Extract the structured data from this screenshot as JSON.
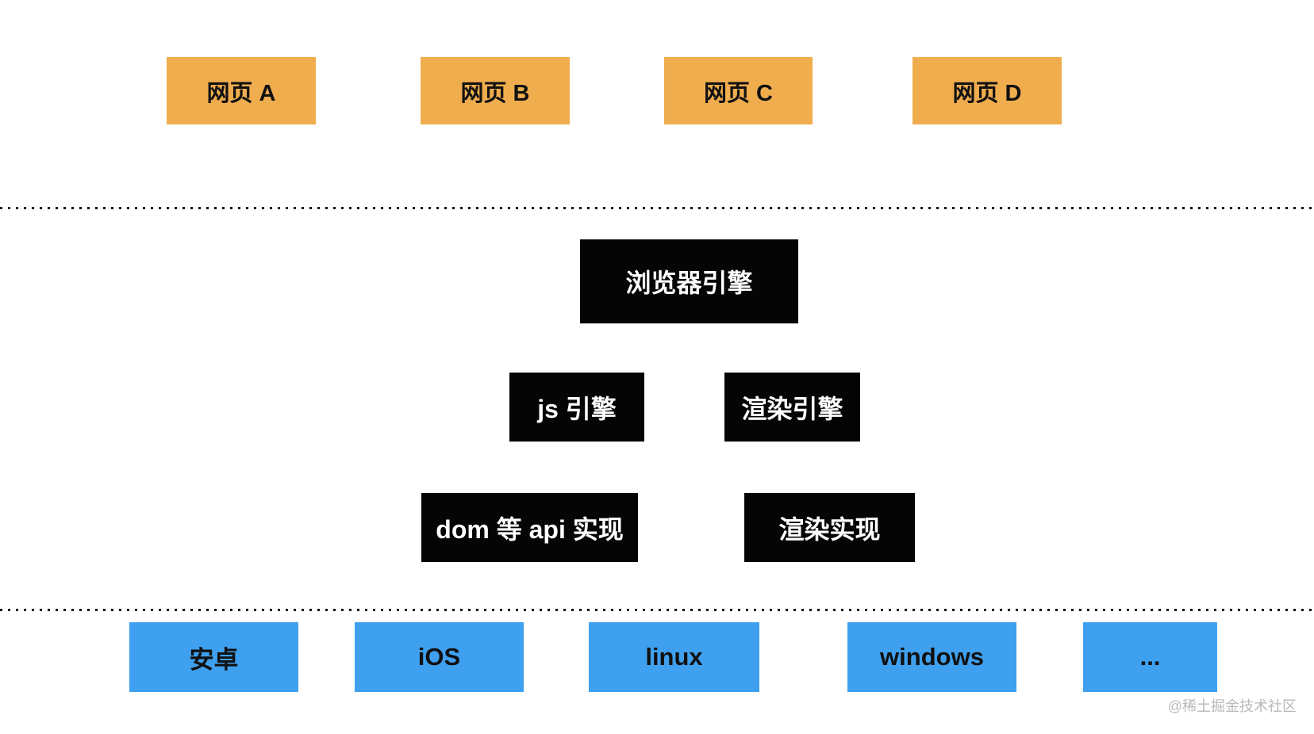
{
  "diagram": {
    "title": "browser-architecture-layers",
    "web_pages": [
      "网页 A",
      "网页 B",
      "网页 C",
      "网页 D"
    ],
    "browser_engine": "浏览器引擎",
    "engines": [
      "js 引擎",
      "渲染引擎"
    ],
    "implementations": [
      "dom 等 api 实现",
      "渲染实现"
    ],
    "platforms": [
      "安卓",
      "iOS",
      "linux",
      "windows",
      "..."
    ],
    "watermark": "@稀土掘金技术社区",
    "colors": {
      "webpage_fill": "#F0AD4E",
      "engine_fill": "#050505",
      "platform_fill": "#3FA0EF",
      "engine_text": "#ffffff",
      "box_text": "#111111",
      "watermark_text": "#b9b9b9",
      "divider_dot": "#161616"
    }
  }
}
